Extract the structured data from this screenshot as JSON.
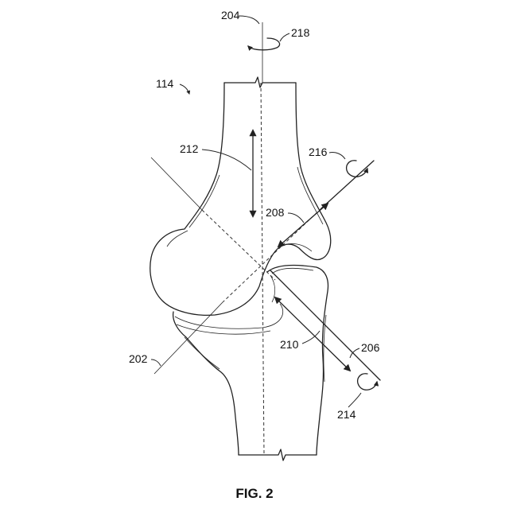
{
  "figure": {
    "caption": "FIG. 2",
    "labels": {
      "l114": "114",
      "l204": "204",
      "l218": "218",
      "l212": "212",
      "l216": "216",
      "l208": "208",
      "l202": "202",
      "l210": "210",
      "l206": "206",
      "l214": "214"
    }
  }
}
